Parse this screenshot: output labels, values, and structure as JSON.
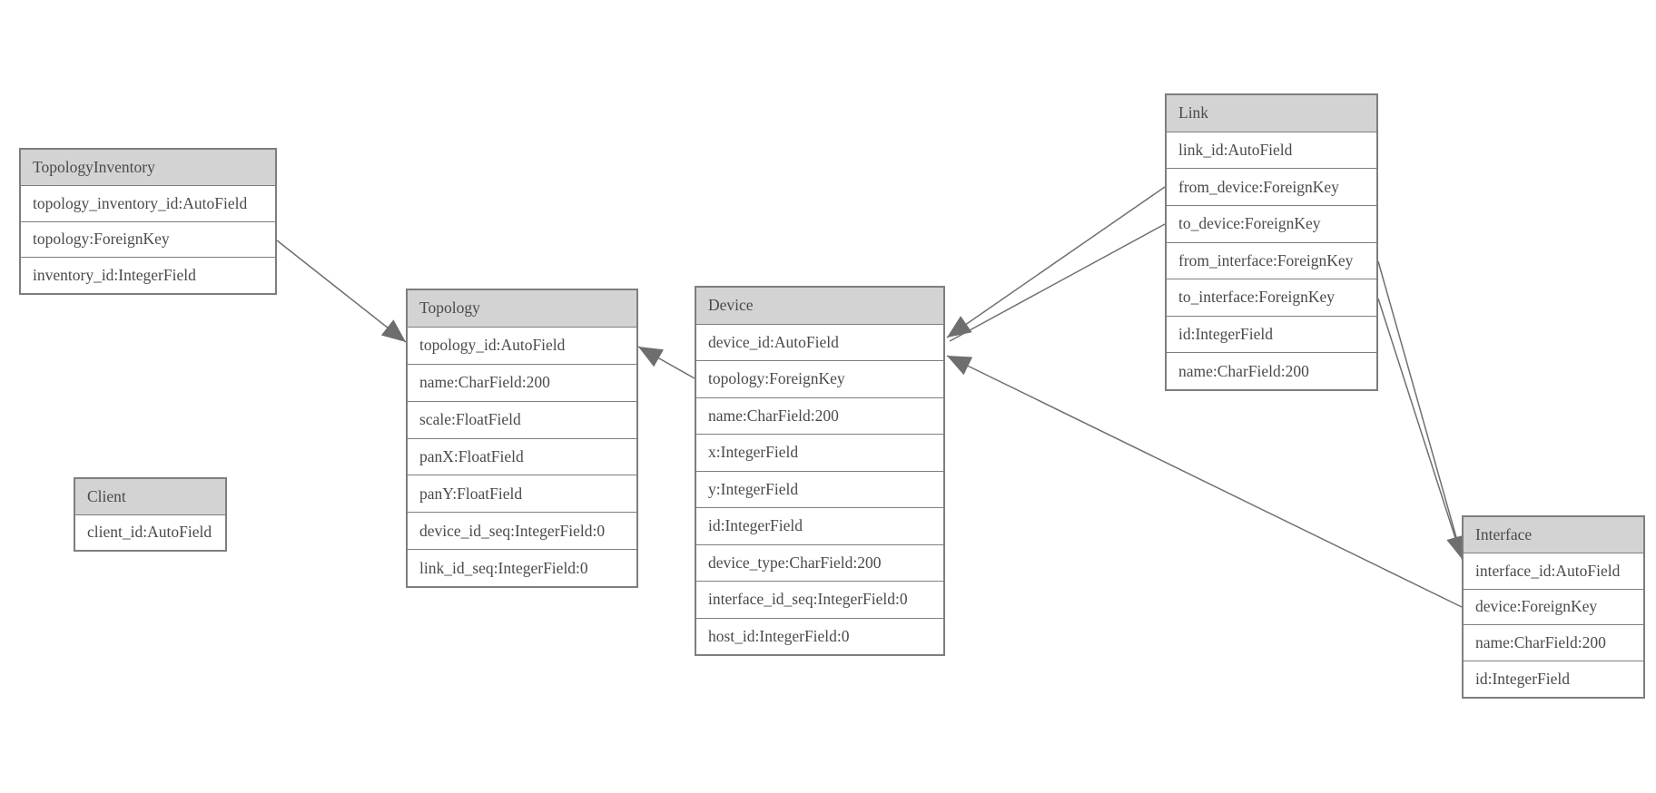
{
  "diagram": {
    "type": "entity-relationship-model-graph",
    "background_color": "#ffffff",
    "colors": {
      "header_background": "#d3d3d3",
      "row_background": "#ffffff",
      "border": "#7e7e7e",
      "text": "#4a4a4a",
      "relationship_line": "#6f6f6f",
      "arrowhead_fill": "#6e6e6e"
    },
    "entities": [
      {
        "title": "TopologyInventory",
        "rows": [
          "topology_inventory_id:AutoField",
          "topology:ForeignKey",
          "inventory_id:IntegerField"
        ]
      },
      {
        "title": "Topology",
        "rows": [
          "topology_id:AutoField",
          "name:CharField:200",
          "scale:FloatField",
          "panX:FloatField",
          "panY:FloatField",
          "device_id_seq:IntegerField:0",
          "link_id_seq:IntegerField:0"
        ]
      },
      {
        "title": "Client",
        "rows": [
          "client_id:AutoField"
        ]
      },
      {
        "title": "Device",
        "rows": [
          "device_id:AutoField",
          "topology:ForeignKey",
          "name:CharField:200",
          "x:IntegerField",
          "y:IntegerField",
          "id:IntegerField",
          "device_type:CharField:200",
          "interface_id_seq:IntegerField:0",
          "host_id:IntegerField:0"
        ]
      },
      {
        "title": "Link",
        "rows": [
          "link_id:AutoField",
          "from_device:ForeignKey",
          "to_device:ForeignKey",
          "from_interface:ForeignKey",
          "to_interface:ForeignKey",
          "id:IntegerField",
          "name:CharField:200"
        ]
      },
      {
        "title": "Interface",
        "rows": [
          "interface_id:AutoField",
          "device:ForeignKey",
          "name:CharField:200",
          "id:IntegerField"
        ]
      }
    ],
    "relationships": [
      {
        "from": "TopologyInventory.topology",
        "to": "Topology.topology_id"
      },
      {
        "from": "Device.topology",
        "to": "Topology.topology_id"
      },
      {
        "from": "Link.from_device",
        "to": "Device.device_id"
      },
      {
        "from": "Link.to_device",
        "to": "Device.device_id"
      },
      {
        "from": "Link.from_interface",
        "to": "Interface.interface_id"
      },
      {
        "from": "Link.to_interface",
        "to": "Interface.interface_id"
      },
      {
        "from": "Interface.device",
        "to": "Device.device_id"
      }
    ]
  }
}
